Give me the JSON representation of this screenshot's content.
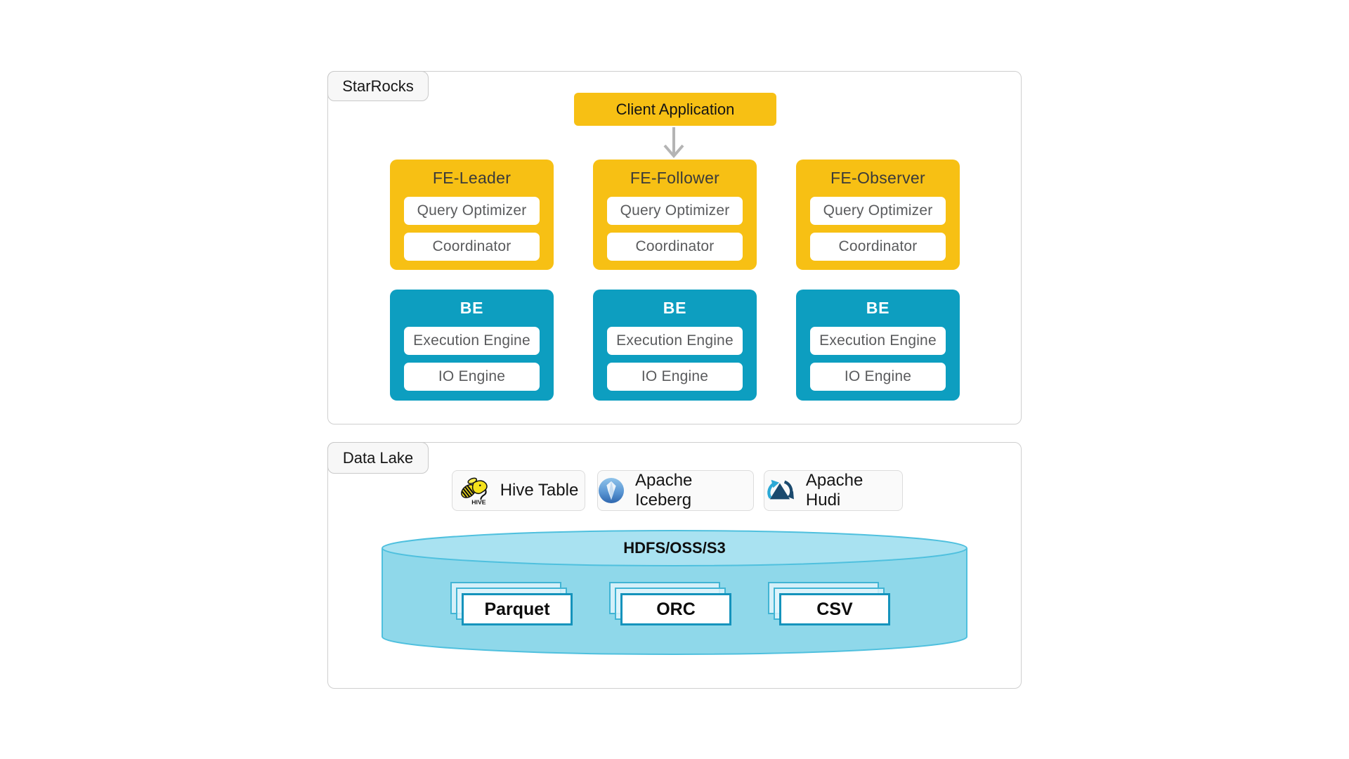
{
  "colors": {
    "node_yellow": "#F7C014",
    "node_teal": "#0D9EC0",
    "cylinder_fill": "#8FD8EA",
    "cylinder_top_fill": "#A9E2F1",
    "cylinder_border": "#4FC0DE",
    "file_box_border": "#1593BC",
    "arrow_gray": "#B4B4B4"
  },
  "starrocks": {
    "label": "StarRocks",
    "client_application": "Client Application",
    "fe_nodes": [
      {
        "title": "FE-Leader",
        "components": [
          "Query Optimizer",
          "Coordinator"
        ]
      },
      {
        "title": "FE-Follower",
        "components": [
          "Query Optimizer",
          "Coordinator"
        ]
      },
      {
        "title": "FE-Observer",
        "components": [
          "Query Optimizer",
          "Coordinator"
        ]
      }
    ],
    "be_nodes": [
      {
        "title": "BE",
        "components": [
          "Execution Engine",
          "IO Engine"
        ]
      },
      {
        "title": "BE",
        "components": [
          "Execution Engine",
          "IO Engine"
        ]
      },
      {
        "title": "BE",
        "components": [
          "Execution Engine",
          "IO Engine"
        ]
      }
    ]
  },
  "data_lake": {
    "label": "Data Lake",
    "connectors": [
      {
        "label": "Hive Table",
        "icon": "hive-icon"
      },
      {
        "label": "Apache Iceberg",
        "icon": "iceberg-icon"
      },
      {
        "label": "Apache Hudi",
        "icon": "hudi-icon"
      }
    ],
    "storage": {
      "title": "HDFS/OSS/S3",
      "file_formats": [
        "Parquet",
        "ORC",
        "CSV"
      ]
    }
  }
}
